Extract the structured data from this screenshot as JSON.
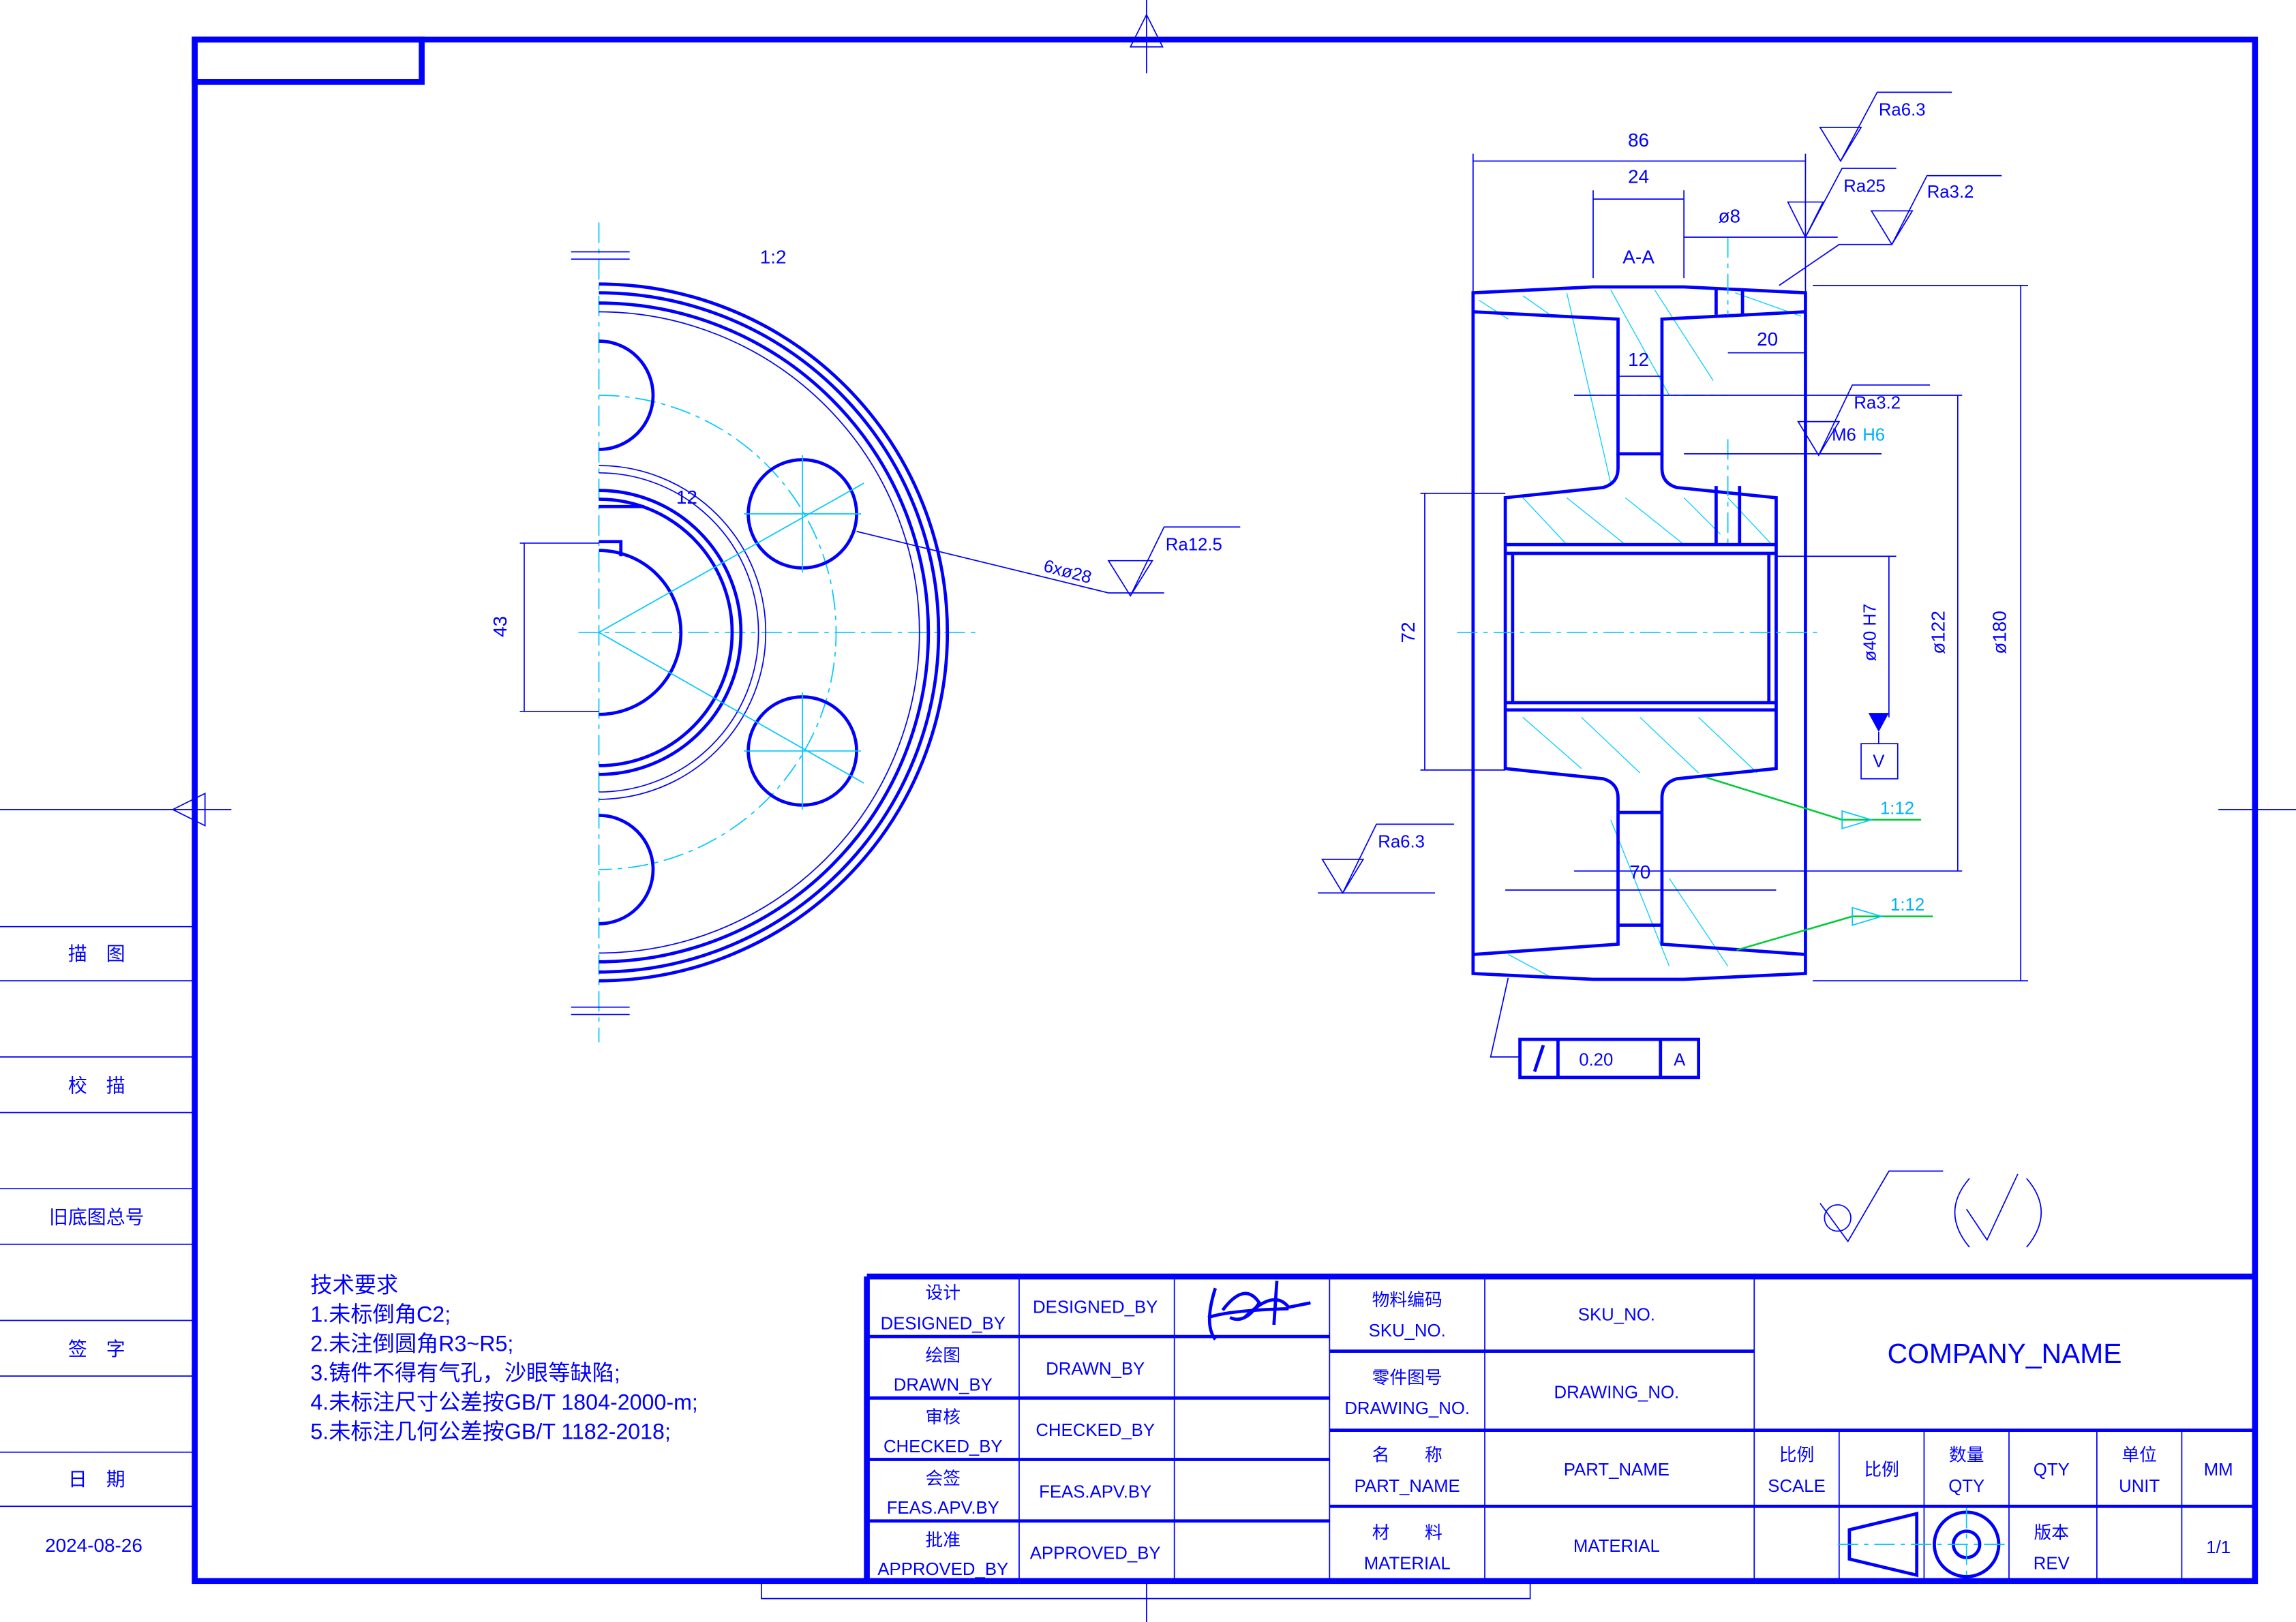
{
  "left_panel": {
    "labels": [
      "描　图",
      "校　描",
      "旧底图总号",
      "签　字",
      "日　期"
    ],
    "date": "2024-08-26"
  },
  "view_left": {
    "scale": "1:2",
    "dim_12": "12",
    "dim_43": "43",
    "holes": "6xø28",
    "roughness": "Ra12.5"
  },
  "section": {
    "title": "A-A",
    "dims": {
      "d86": "86",
      "d24": "24",
      "d8": "ø8",
      "d12": "12",
      "d20": "20",
      "d72": "72",
      "d70": "70",
      "d40": "ø40 H7",
      "d122": "ø122",
      "d180": "ø180",
      "thread": "M6",
      "thread_tol": "H6"
    },
    "roughness": [
      "Ra6.3",
      "Ra25",
      "Ra3.2",
      "Ra3.2",
      "Ra6.3"
    ],
    "taper": [
      "1:12",
      "1:12"
    ],
    "datum": "V",
    "runout": {
      "value": "0.20",
      "datum": "A"
    }
  },
  "tech": {
    "title": "技术要求",
    "items": [
      "1.未标倒角C2;",
      "2.未注倒圆角R3~R5;",
      "3.铸件不得有气孔，沙眼等缺陷;",
      "4.未标注尺寸公差按GB/T 1804-2000-m;",
      "5.未标注几何公差按GB/T 1182-2018;"
    ]
  },
  "title_block": {
    "roles": [
      {
        "cn": "设计",
        "en": "DESIGNED_BY",
        "value": "DESIGNED_BY"
      },
      {
        "cn": "绘图",
        "en": "DRAWN_BY",
        "value": "DRAWN_BY"
      },
      {
        "cn": "审核",
        "en": "CHECKED_BY",
        "value": "CHECKED_BY"
      },
      {
        "cn": "会签",
        "en": "FEAS.APV.BY",
        "value": "FEAS.APV.BY"
      },
      {
        "cn": "批准",
        "en": "APPROVED_BY",
        "value": "APPROVED_BY"
      }
    ],
    "sku_cn": "物料编码",
    "sku_en": "SKU_NO.",
    "sku": "SKU_NO.",
    "dwg_cn": "零件图号",
    "dwg_en": "DRAWING_NO.",
    "dwg": "DRAWING_NO.",
    "name_cn": "名　　称",
    "name_en": "PART_NAME",
    "name": "PART_NAME",
    "mat_cn": "材　　料",
    "mat_en": "MATERIAL",
    "mat": "MATERIAL",
    "company": "COMPANY_NAME",
    "scale_cn": "比例",
    "scale_en": "SCALE",
    "scale": "比例",
    "qty_cn": "数量",
    "qty_en": "QTY",
    "qty": "QTY",
    "unit_cn": "单位",
    "unit_en": "UNIT",
    "unit": "MM",
    "rev_cn": "版本",
    "rev_en": "REV",
    "rev": "1/1"
  }
}
